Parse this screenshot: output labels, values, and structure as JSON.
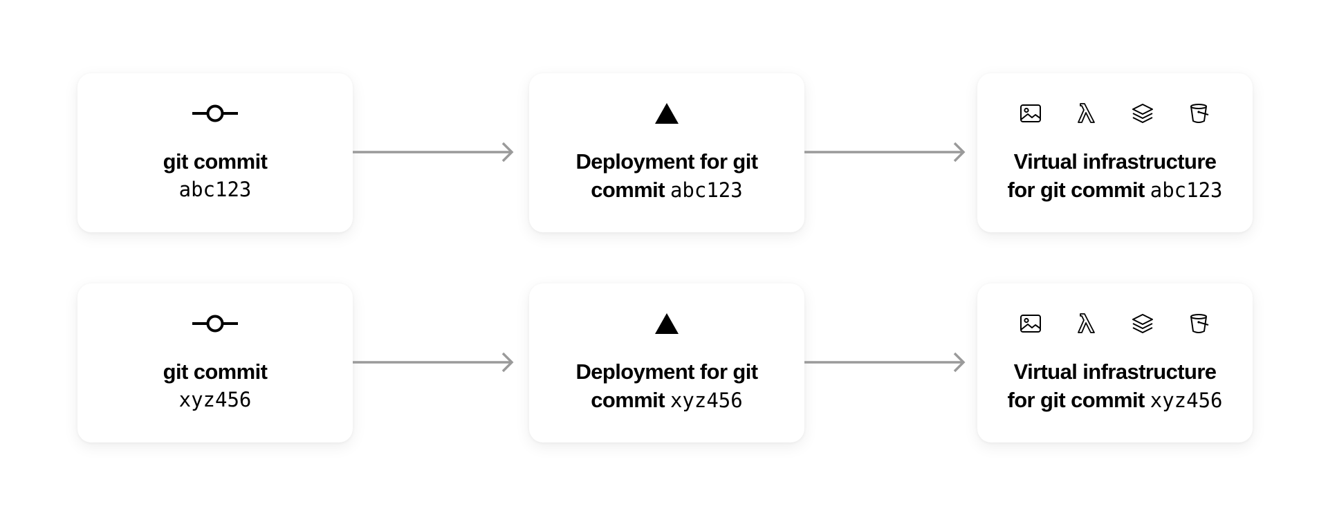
{
  "rows": [
    {
      "commit": {
        "icon": "git-commit-icon",
        "title": "git commit",
        "hash": "abc123"
      },
      "deployment": {
        "icon": "triangle-icon",
        "title_line1": "Deployment for git",
        "title_line2": "commit",
        "hash": "abc123"
      },
      "infrastructure": {
        "icons": [
          "image-icon",
          "lambda-icon",
          "layers-icon",
          "bucket-icon"
        ],
        "title_line1": "Virtual infrastructure",
        "title_line2": "for git commit",
        "hash": "abc123"
      }
    },
    {
      "commit": {
        "icon": "git-commit-icon",
        "title": "git commit",
        "hash": "xyz456"
      },
      "deployment": {
        "icon": "triangle-icon",
        "title_line1": "Deployment for git",
        "title_line2": "commit",
        "hash": "xyz456"
      },
      "infrastructure": {
        "icons": [
          "image-icon",
          "lambda-icon",
          "layers-icon",
          "bucket-icon"
        ],
        "title_line1": "Virtual infrastructure",
        "title_line2": "for git commit",
        "hash": "xyz456"
      }
    }
  ],
  "colors": {
    "card_background": "#ffffff",
    "text": "#000000",
    "arrow": "#9a9a9a",
    "icon": "#000000"
  }
}
